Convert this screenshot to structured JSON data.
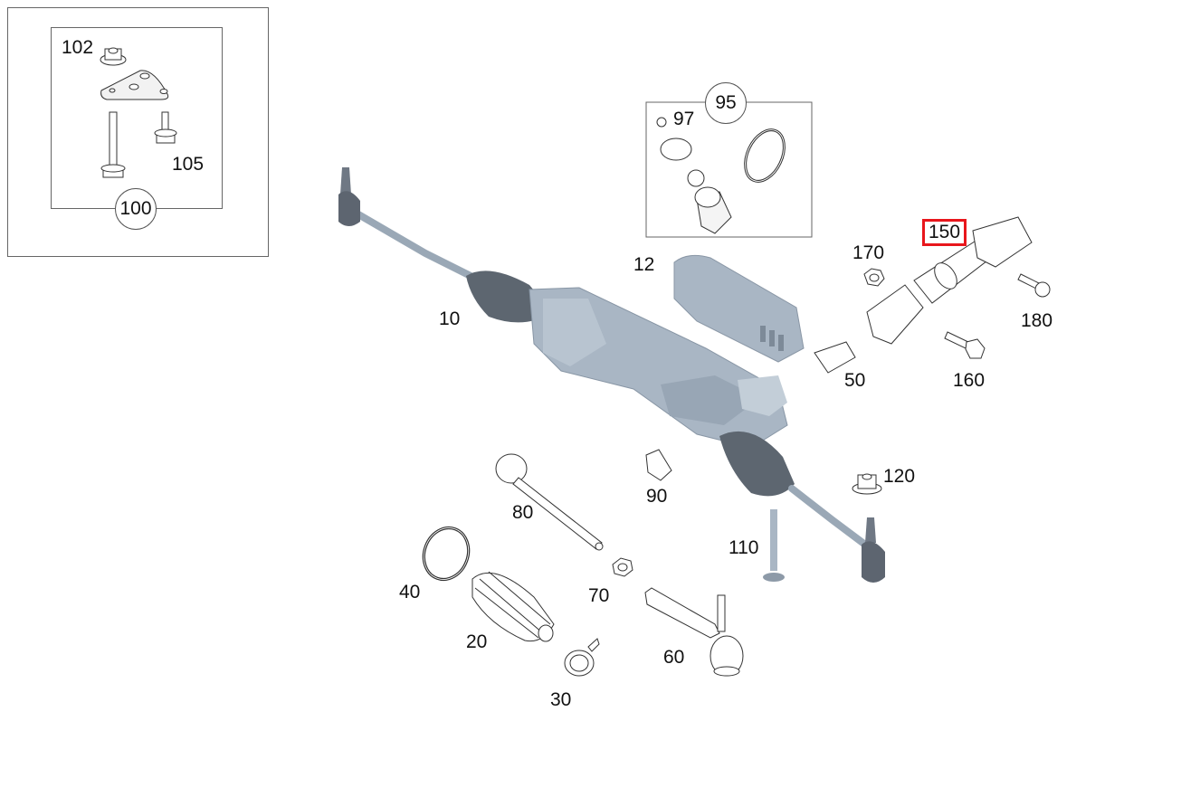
{
  "diagram": {
    "type": "exploded-parts-diagram",
    "subject": "steering gear assembly",
    "highlight_color": "#e8161c",
    "part_color": "#aab8c6",
    "selected_part": "150",
    "inset": {
      "group_label": "100",
      "parts": [
        "102",
        "105"
      ]
    },
    "kit_95": {
      "group_label": "95",
      "parts": [
        "97"
      ]
    },
    "labels": {
      "p10": "10",
      "p12": "12",
      "p20": "20",
      "p30": "30",
      "p40": "40",
      "p50": "50",
      "p60": "60",
      "p70": "70",
      "p80": "80",
      "p90": "90",
      "p95": "95",
      "p97": "97",
      "p100": "100",
      "p102": "102",
      "p105": "105",
      "p110": "110",
      "p120": "120",
      "p150": "150",
      "p160": "160",
      "p170": "170",
      "p180": "180"
    }
  }
}
